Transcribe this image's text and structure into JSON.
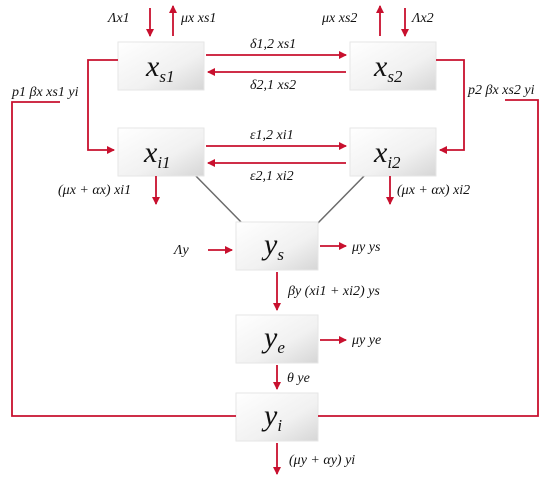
{
  "nodes": {
    "xs1": {
      "main": "x",
      "sub": "s1"
    },
    "xs2": {
      "main": "x",
      "sub": "s2"
    },
    "xi1": {
      "main": "x",
      "sub": "i1"
    },
    "xi2": {
      "main": "x",
      "sub": "i2"
    },
    "ys": {
      "main": "y",
      "sub": "s"
    },
    "ye": {
      "main": "y",
      "sub": "e"
    },
    "yi": {
      "main": "y",
      "sub": "i"
    }
  },
  "labels": {
    "lambda_x1": "Λx1",
    "mu_xs1": "μx xs1",
    "mu_xs2": "μx xs2",
    "lambda_x2": "Λx2",
    "delta12": "δ1,2 xs1",
    "delta21": "δ2,1 xs2",
    "p1_infection": "p1 βx xs1 yi",
    "p2_infection": "p2 βx xs2 yi",
    "eps12": "ε1,2 xi1",
    "eps21": "ε2,1 xi2",
    "death_xi1": "(μx + αx) xi1",
    "death_xi2": "(μx + αx) xi2",
    "lambda_y": "Λy",
    "mu_ys": "μy ys",
    "beta_y": "βy (xi1 + xi2) ys",
    "mu_ye": "μy ye",
    "theta": "θ ye",
    "death_yi": "(μy + αy) yi"
  },
  "colors": {
    "arrow": "#c8102e",
    "connector": "#6b6b6b"
  }
}
